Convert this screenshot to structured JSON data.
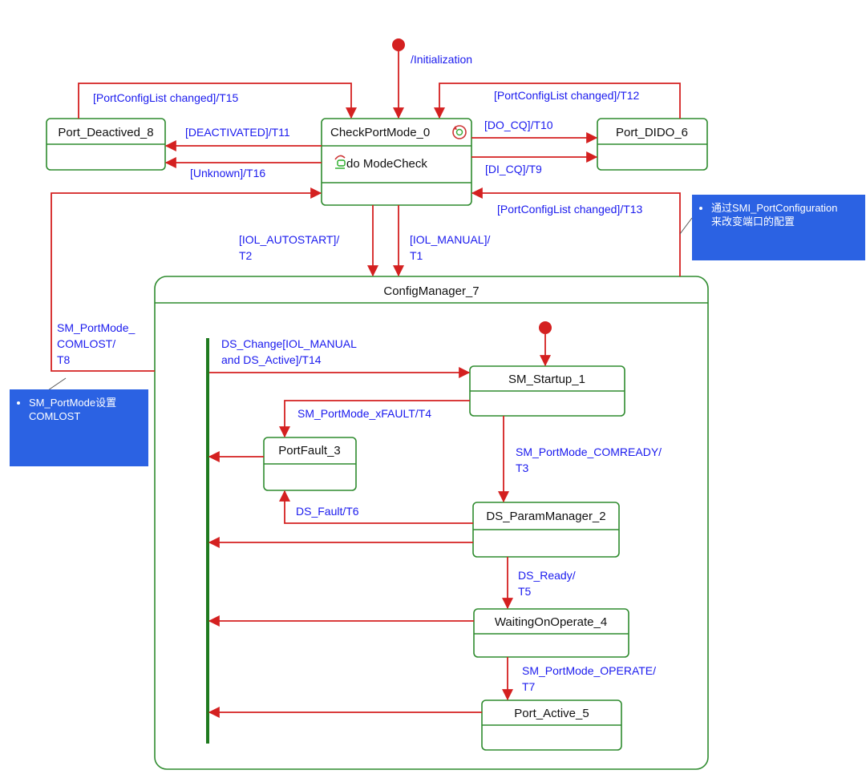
{
  "colors": {
    "state_border": "#2e8b2e",
    "transition": "#d42020",
    "label": "#1a1aee",
    "note_bg": "#2b62e3",
    "note_text": "#ffffff"
  },
  "states": {
    "port_deactived": "Port_Deactived_8",
    "check_port_mode": "CheckPortMode_0",
    "check_port_mode_activity": "do ModeCheck",
    "port_dido": "Port_DIDO_6",
    "config_manager": "ConfigManager_7",
    "sm_startup": "SM_Startup_1",
    "port_fault": "PortFault_3",
    "ds_param_manager": "DS_ParamManager_2",
    "waiting_on_operate": "WaitingOnOperate_4",
    "port_active": "Port_Active_5"
  },
  "transitions": {
    "initialization": "/Initialization",
    "t15": "[PortConfigList changed]/T15",
    "t12": "[PortConfigList changed]/T12",
    "t11": "[DEACTIVATED]/T11",
    "t16": "[Unknown]/T16",
    "t10": "[DO_CQ]/T10",
    "t9": "[DI_CQ]/T9",
    "t13": "[PortConfigList changed]/T13",
    "t2_line1": "[IOL_AUTOSTART]/",
    "t2_line2": "T2",
    "t1_line1": "[IOL_MANUAL]/",
    "t1_line2": "T1",
    "t8_line1": "SM_PortMode_",
    "t8_line2": "COMLOST/",
    "t8_line3": "T8",
    "t14_line1": "DS_Change[IOL_MANUAL",
    "t14_line2": "and DS_Active]/T14",
    "t4": "SM_PortMode_xFAULT/T4",
    "t3_line1": "SM_PortMode_COMREADY/",
    "t3_line2": "T3",
    "t6": "DS_Fault/T6",
    "t5_line1": "DS_Ready/",
    "t5_line2": "T5",
    "t7_line1": "SM_PortMode_OPERATE/",
    "t7_line2": "T7"
  },
  "notes": {
    "right_line1": "通过SMI_PortConfiguration",
    "right_line2": "来改变端口的配置",
    "left_line1": "SM_PortMode设置",
    "left_line2": "COMLOST"
  },
  "icons": {
    "cycle": "cycle-icon",
    "activity": "activity-icon"
  }
}
